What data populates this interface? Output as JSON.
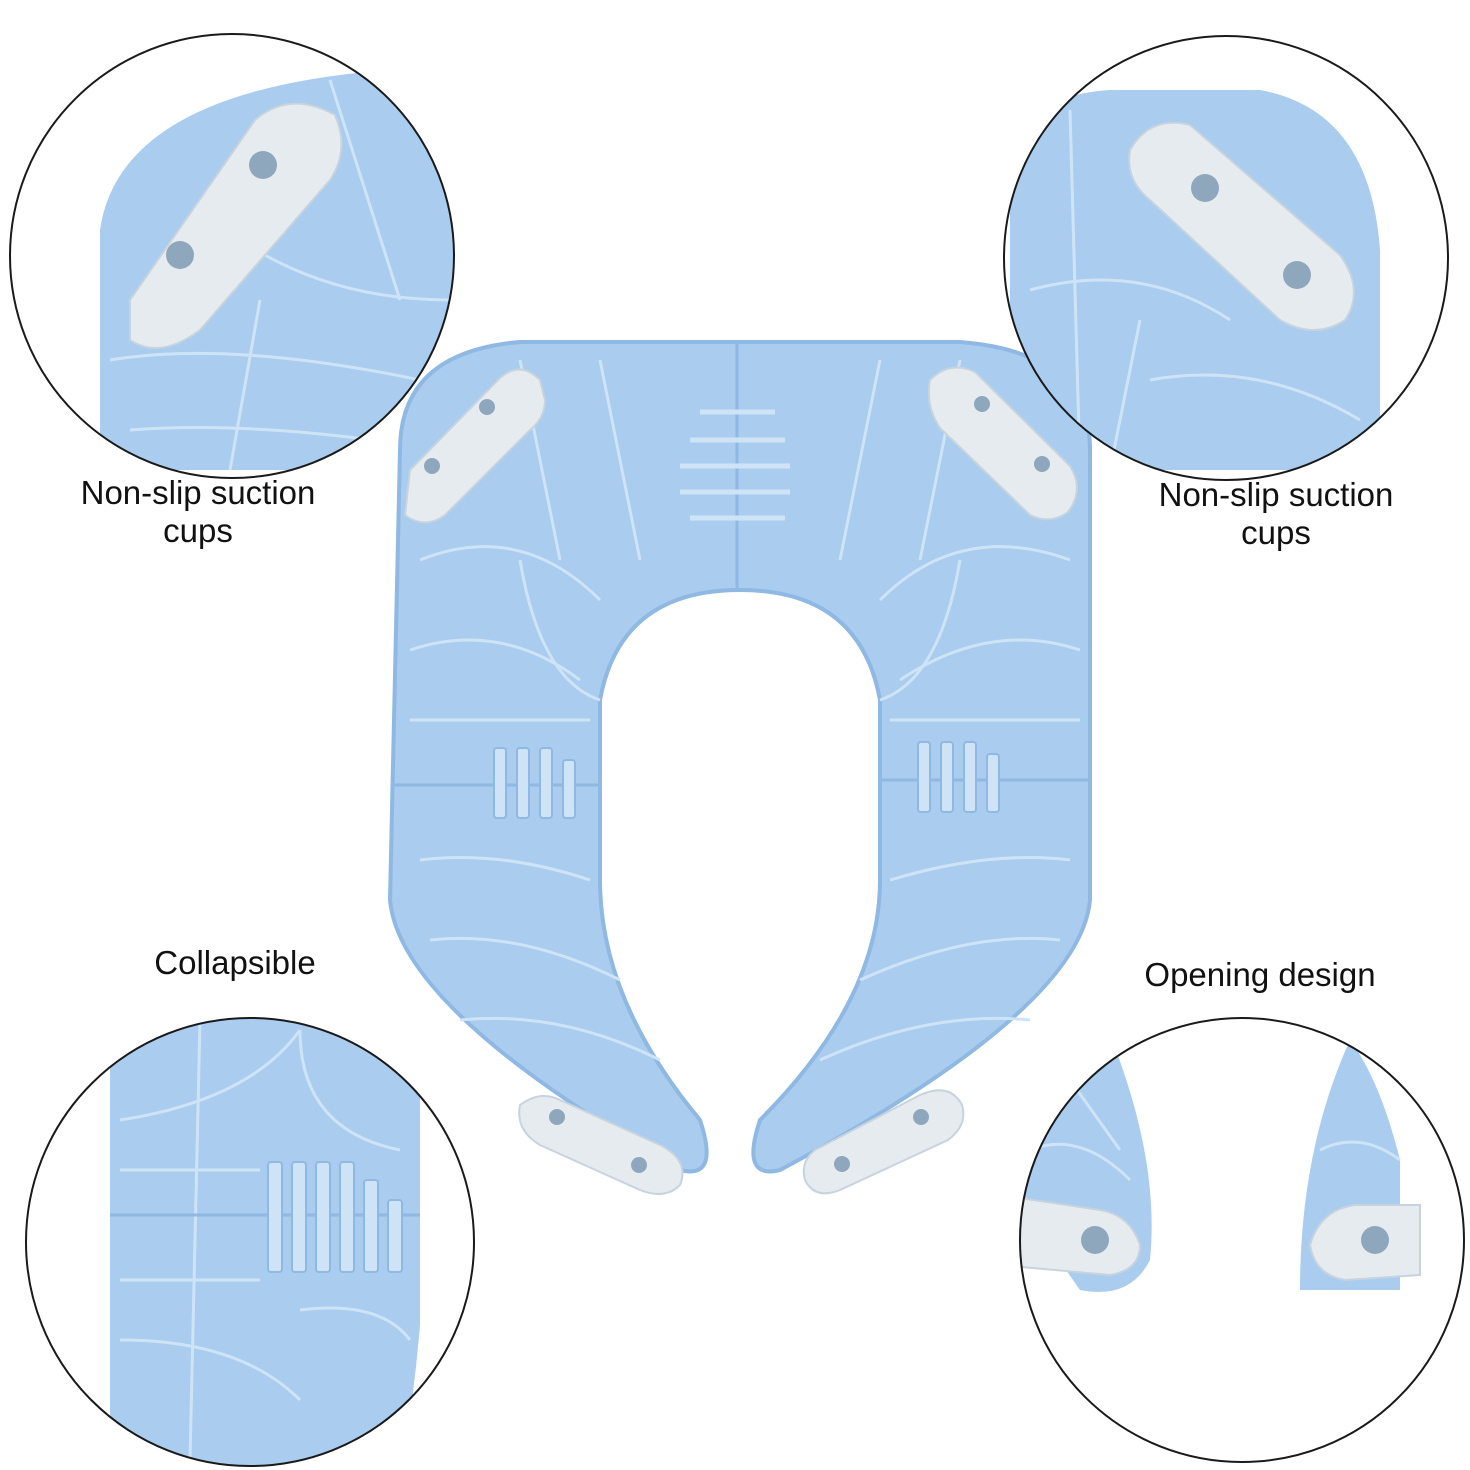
{
  "colors": {
    "background": "#ffffff",
    "seat_fill": "#a9ccef",
    "seat_rib": "#cfe3f7",
    "seat_edge": "#8fb8e2",
    "suction_strip": "#e6ebf0",
    "suction_cup": "#d4e6f7",
    "circle_outline": "#1a1a1a",
    "text": "#111111"
  },
  "callouts": {
    "top_left": {
      "line1": "Non-slip suction",
      "line2": "cups"
    },
    "top_right": {
      "line1": "Non-slip suction",
      "line2": "cups"
    },
    "bottom_left": {
      "label": "Collapsible"
    },
    "bottom_right": {
      "label": "Opening design"
    }
  },
  "icons": {
    "suction_cup": "suction-cup-icon",
    "hinge": "hinge-icon"
  }
}
